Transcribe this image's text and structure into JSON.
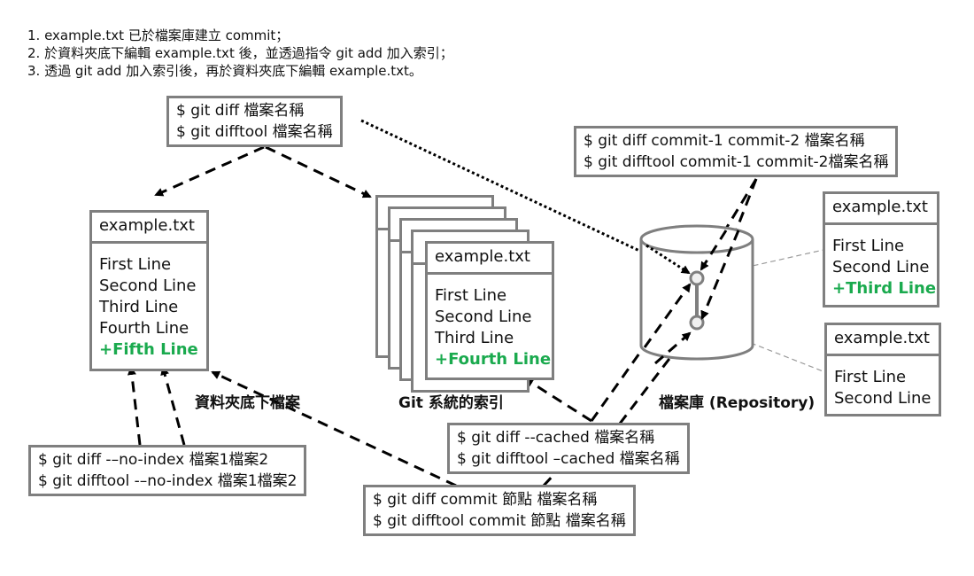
{
  "notes": [
    "1. example.txt 已於檔案庫建立 commit；",
    "2. 於資料夾底下編輯 example.txt 後，並透過指令 git add 加入索引；",
    "3. 透過 git add 加入索引後，再於資料夾底下編輯 example.txt。"
  ],
  "commands": {
    "working_vs_index": [
      "$ git diff 檔案名稱",
      "$ git difftool 檔案名稱"
    ],
    "commit_vs_commit": [
      "$ git diff commit-1 commit-2 檔案名稱",
      "$ git difftool commit-1 commit-2檔案名稱"
    ],
    "cached": [
      "$ git diff --cached 檔案名稱",
      "$ git difftool –cached 檔案名稱"
    ],
    "no_index": [
      "$ git diff -–no-index 檔案1檔案2",
      "$ git difftool -–no-index 檔案1檔案2"
    ],
    "commit_node": [
      "$ git diff commit 節點 檔案名稱",
      "$ git difftool commit 節點 檔案名稱"
    ]
  },
  "working_file": {
    "name": "example.txt",
    "lines": [
      "First Line",
      "Second Line",
      "Third Line",
      "Fourth Line"
    ],
    "added": "+Fifth Line"
  },
  "index_file": {
    "name": "example.txt",
    "lines": [
      "First Line",
      "Second Line",
      "Third Line"
    ],
    "added": "+Fourth Line"
  },
  "commit2_file": {
    "name": "example.txt",
    "lines": [
      "First Line",
      "Second Line"
    ],
    "added": "+Third Line"
  },
  "commit1_file": {
    "name": "example.txt",
    "lines": [
      "First Line",
      "Second Line"
    ]
  },
  "labels": {
    "working_dir": "資料夾底下檔案",
    "index": "Git 系統的索引",
    "repository": "檔案庫 (Repository)"
  },
  "colors": {
    "added": "#1aaa4e",
    "border": "#7f7f7f"
  }
}
